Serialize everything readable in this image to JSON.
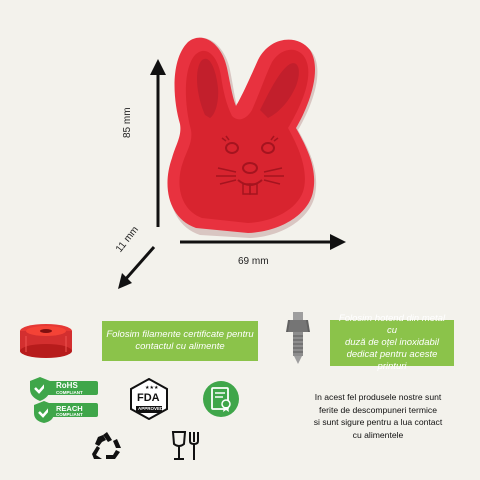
{
  "dimensions": {
    "height_label": "85 mm",
    "depth_label": "11 mm",
    "width_label": "69 mm"
  },
  "filament_note": {
    "line1": "Folosim filamente certificate pentru",
    "line2": "contactul cu alimente"
  },
  "hotend_note": {
    "line1": "Folosim hotend din metal cu",
    "line2": "duză de oțel inoxidabil",
    "line3": "dedicat pentru aceste printuri"
  },
  "safety_note": {
    "line1": "In acest fel produsele nostre sunt",
    "line2": "ferite de descompuneri termice",
    "line3": "si sunt sigure  pentru a lua contact",
    "line4": "cu alimentele"
  },
  "badges": {
    "rohs": "RoHS",
    "rohs_sub": "COMPLIANT",
    "reach": "REACH",
    "reach_sub": "COMPLIANT",
    "fda": "FDA",
    "fda_sub": "APPROVED"
  },
  "colors": {
    "cutter_red": "#e8323f",
    "cutter_dark": "#c21f2c",
    "box_green": "#8bc34a",
    "badge_green": "#3fa64a",
    "background": "#f3f2ec"
  }
}
